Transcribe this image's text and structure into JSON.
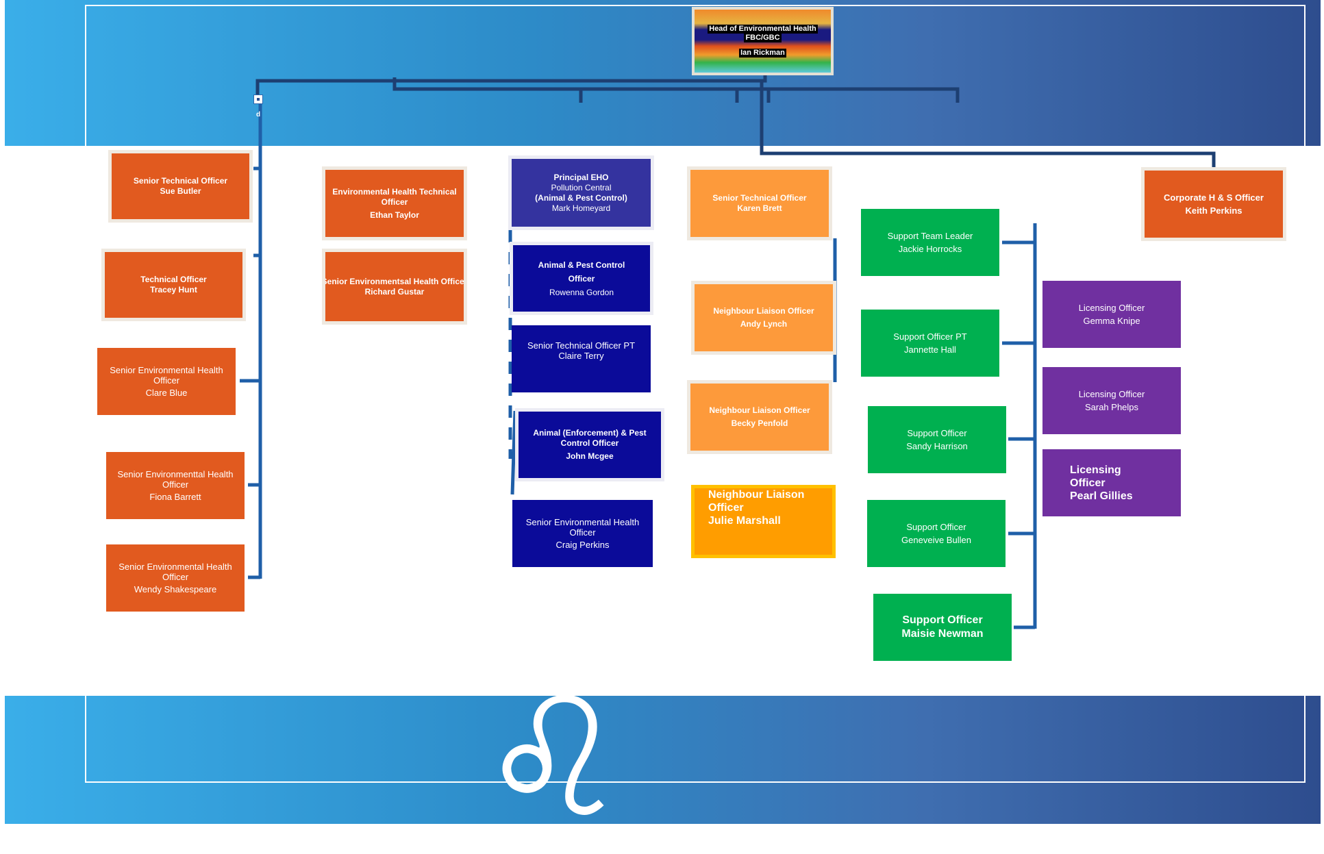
{
  "head": {
    "line1": "Head of Environmental Health",
    "line2": "FBC/GBC",
    "line3": "Ian Rickman"
  },
  "handle_label": "d",
  "decor": {
    "symbol": "♌",
    "symbol_name": "leo-sign"
  },
  "colors": {
    "orange": "#e15a1f",
    "light_orange": "#fd9a3b",
    "dark_blue": "#0b0b99",
    "purple_blue": "#34339f",
    "green": "#00b050",
    "purple": "#7030a0",
    "connector": "#1f5fa8",
    "band": "#2d8bc8"
  },
  "col1": [
    {
      "title": "Senior Technical Officer",
      "name": "Sue Butler"
    },
    {
      "title": "Technical Officer",
      "name": "Tracey Hunt"
    },
    {
      "title": "Senior Environmental Health Officer",
      "name": "Clare Blue"
    },
    {
      "title": "Senior Environmenttal Health Officer",
      "name": "Fiona Barrett"
    },
    {
      "title": "Senior Environmental Health Officer",
      "name": "Wendy Shakespeare"
    }
  ],
  "col2": [
    {
      "title": "Environmental Health Technical Officer",
      "name": "Ethan Taylor"
    },
    {
      "title": "Senior Environmentsal Health Officer",
      "name": "Richard Gustar"
    }
  ],
  "col3": {
    "principal": {
      "line1": "Principal EHO",
      "line2": "Pollution Central",
      "line3": "(Animal & Pest Control)",
      "name": "Mark Homeyard"
    },
    "items": [
      {
        "title": "Animal & Pest Control Officer",
        "name": "Rowenna Gordon"
      },
      {
        "title": "Senior Technical Officer PT",
        "name": "Claire Terry"
      },
      {
        "title": "Animal (Enforcement) & Pest Control Officer",
        "name": "John Mcgee"
      },
      {
        "title": "Senior Environmental Health Officer",
        "name": "Craig Perkins"
      }
    ]
  },
  "col4": [
    {
      "title": "Senior Technical Officer",
      "name": "Karen Brett"
    },
    {
      "title": "Neighbour Liaison Officer",
      "name": "Andy Lynch"
    },
    {
      "title": "Neighbour Liaison Officer",
      "name": "Becky Penfold"
    },
    {
      "title": "Neighbour Liaison Officer",
      "name": "Julie Marshall"
    }
  ],
  "col5": [
    {
      "title": "Support Team Leader",
      "name": "Jackie Horrocks"
    },
    {
      "title": "Support Officer PT",
      "name": "Jannette Hall"
    },
    {
      "title": "Support Officer",
      "name": "Sandy  Harrison"
    },
    {
      "title": "Support Officer",
      "name": "Geneveive Bullen"
    },
    {
      "title": "Support Officer",
      "name": "Maisie Newman"
    }
  ],
  "col6": [
    {
      "title": "Licensing  Officer",
      "name": "Gemma Knipe"
    },
    {
      "title": "Licensing Officer",
      "name": "Sarah Phelps"
    },
    {
      "title": "Licensing Officer",
      "name": "Pearl Gillies"
    }
  ],
  "corporate": {
    "title": "Corporate H & S Officer",
    "name": "Keith Perkins"
  }
}
